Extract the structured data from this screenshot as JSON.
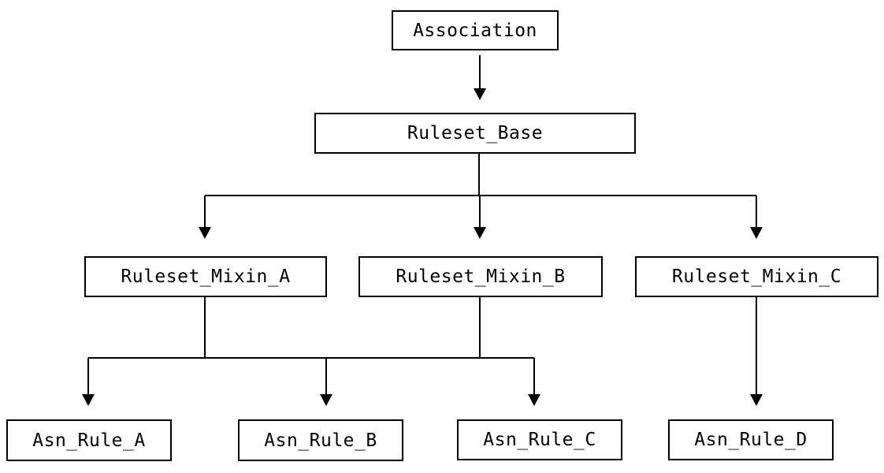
{
  "diagram": {
    "type": "inheritance-tree",
    "background_color": "#ffffff",
    "line_color": "#000000",
    "box_border_color": "#000000",
    "text_color": "#000000",
    "nodes": {
      "association": {
        "label": "Association"
      },
      "ruleset_base": {
        "label": "Ruleset_Base"
      },
      "ruleset_mixin_a": {
        "label": "Ruleset_Mixin_A"
      },
      "ruleset_mixin_b": {
        "label": "Ruleset_Mixin_B"
      },
      "ruleset_mixin_c": {
        "label": "Ruleset_Mixin_C"
      },
      "asn_rule_a": {
        "label": "Asn_Rule_A"
      },
      "asn_rule_b": {
        "label": "Asn_Rule_B"
      },
      "asn_rule_c": {
        "label": "Asn_Rule_C"
      },
      "asn_rule_d": {
        "label": "Asn_Rule_D"
      }
    },
    "edges": [
      {
        "from": [
          "Association"
        ],
        "to": [
          "Ruleset_Base"
        ]
      },
      {
        "from": [
          "Ruleset_Base"
        ],
        "to": [
          "Ruleset_Mixin_A",
          "Ruleset_Mixin_B",
          "Ruleset_Mixin_C"
        ]
      },
      {
        "from": [
          "Ruleset_Mixin_A",
          "Ruleset_Mixin_B"
        ],
        "to": [
          "Asn_Rule_A",
          "Asn_Rule_B",
          "Asn_Rule_C"
        ]
      },
      {
        "from": [
          "Ruleset_Mixin_C"
        ],
        "to": [
          "Asn_Rule_D"
        ]
      }
    ]
  }
}
